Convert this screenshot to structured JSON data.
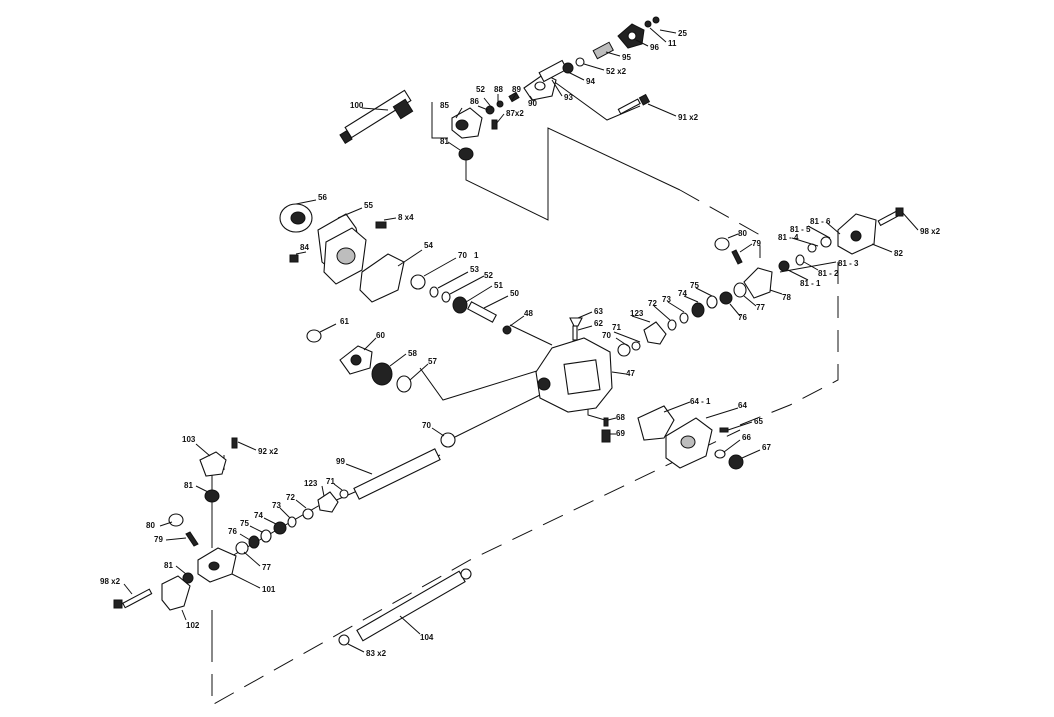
{
  "diagram": {
    "labels": {
      "p25": "25",
      "p11": "11",
      "p96": "96",
      "p95": "95",
      "p52x2": "52 x2",
      "p94": "94",
      "p93": "93",
      "p90": "90",
      "p89": "89",
      "p88": "88",
      "p52a": "52",
      "p86": "86",
      "p85": "85",
      "p87x2": "87x2",
      "p91x2": "91 x2",
      "p100": "100",
      "p81a": "81",
      "p56": "56",
      "p55": "55",
      "p8x4": "8 x4",
      "p84": "84",
      "p54": "54",
      "p70a": "70",
      "p1": "1",
      "p53": "53",
      "p52b": "52",
      "p51": "51",
      "p50": "50",
      "p48": "48",
      "p61": "61",
      "p60": "60",
      "p58": "58",
      "p57": "57",
      "p63": "63",
      "p62": "62",
      "p71a": "71",
      "p70b": "70",
      "p47": "47",
      "p68": "68",
      "p69": "69",
      "p64_1": "64 - 1",
      "p64": "64",
      "p65": "65",
      "p66": "66",
      "p67": "67",
      "p123a": "123",
      "p72a": "72",
      "p73a": "73",
      "p74a": "74",
      "p75a": "75",
      "p76": "76",
      "p77a": "77",
      "p80a": "80",
      "p79a": "79",
      "p78": "78",
      "p81_5": "81 - 5",
      "p81_6": "81 - 6",
      "p81_4": "81 - 4",
      "p81_3": "81 - 3",
      "p81_2": "81 - 2",
      "p81_1": "81 - 1",
      "p82": "82",
      "p98x2a": "98 x2",
      "p103": "103",
      "p92x2": "92 x2",
      "p81b": "81",
      "p99": "99",
      "p70c": "70",
      "p123b": "123",
      "p71b": "71",
      "p72b": "72",
      "p73b": "73",
      "p74b": "74",
      "p75b": "75",
      "p76b": "76",
      "p77b": "77",
      "p80b": "80",
      "p79b": "79",
      "p81c": "81",
      "p101": "101",
      "p98x2b": "98 x2",
      "p102": "102",
      "p104": "104",
      "p83x2": "83 x2"
    }
  }
}
